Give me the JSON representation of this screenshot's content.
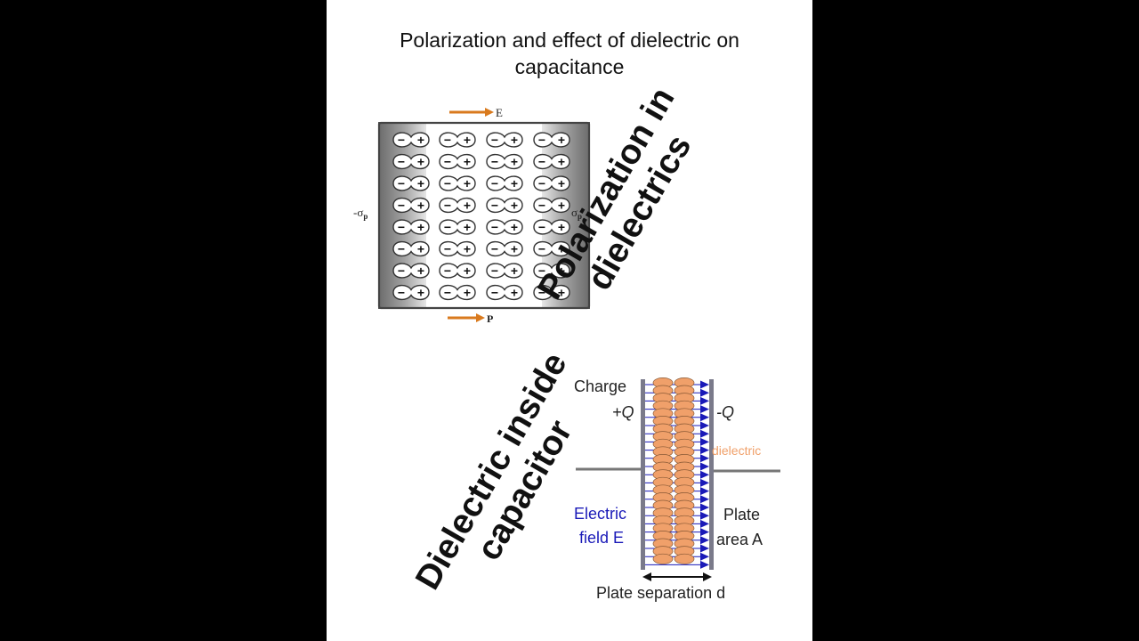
{
  "title": {
    "line1": "Polarization and effect of dielectric on",
    "line2": "capacitance"
  },
  "polarization_diagram": {
    "field_label": "E",
    "polarization_label": "P",
    "left_charge_label": "-σ",
    "left_charge_sub": "p",
    "right_charge_label": "σ",
    "right_charge_sub": "p",
    "minus_sign": "−",
    "plus_sign": "+",
    "rows": 8,
    "dipoles_per_row": 4,
    "arrow_color": "#d97a1e",
    "caption_line1": "Polarization in",
    "caption_line2": "dielectrics"
  },
  "capacitor_diagram": {
    "charge_label": "Charge",
    "positive_charge": "+Q",
    "negative_charge": "-Q",
    "dielectric_label": "dielectric",
    "field_line1": "Electric",
    "field_line2": "field E",
    "plate_area_line1": "Plate",
    "plate_area_line2": "area A",
    "separation_label": "Plate separation d",
    "dielectric_color": "#f0a06a",
    "field_color": "#1a1ab8",
    "caption_line1": "Dielectric inside",
    "caption_line2": "capacitor"
  }
}
